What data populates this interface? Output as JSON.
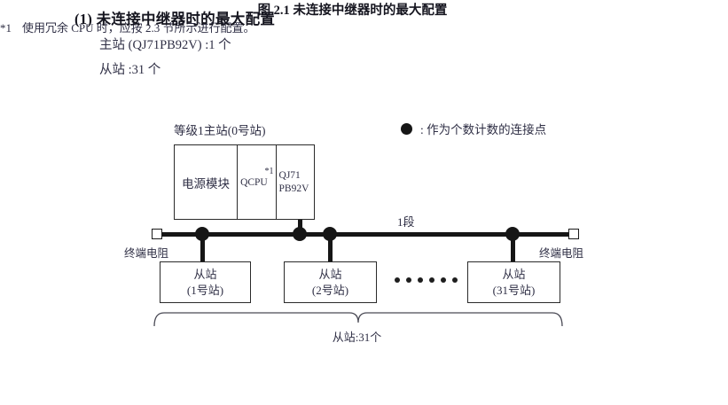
{
  "header": {
    "section_title": "(1) 未连接中继器时的最大配置",
    "spec_master": "主站 (QJ71PB92V) :1 个",
    "spec_slave": "从站 :31 个"
  },
  "legend": {
    "symbol": "filled-circle",
    "text": ": 作为个数计数的连接点"
  },
  "diagram": {
    "master_caption": "等级1主站(0号站)",
    "master_rack": {
      "power_module": "电源模块",
      "cpu": "QCPU",
      "cpu_footnote_marker": "*1",
      "network_module_line1": "QJ71",
      "network_module_line2": "PB92V"
    },
    "segment_label": "1段",
    "terminal_resistor_left": "终端电阻",
    "terminal_resistor_right": "终端电阻",
    "slaves": [
      {
        "title": "从站",
        "station": "(1号站)"
      },
      {
        "title": "从站",
        "station": "(2号站)"
      },
      {
        "title": "从站",
        "station": "(31号站)"
      }
    ],
    "ellipsis_dot_count": 6,
    "brace_label": "从站:31个"
  },
  "figure_caption": "图 2.1  未连接中继器时的最大配置",
  "footnote": {
    "marker": "*1",
    "text": "使用冗余 CPU 时，应按 2.3 节所示进行配置。"
  },
  "colors": {
    "ink": "#2f2f45",
    "heading": "#15151f",
    "line": "#161616",
    "background": "#ffffff"
  }
}
